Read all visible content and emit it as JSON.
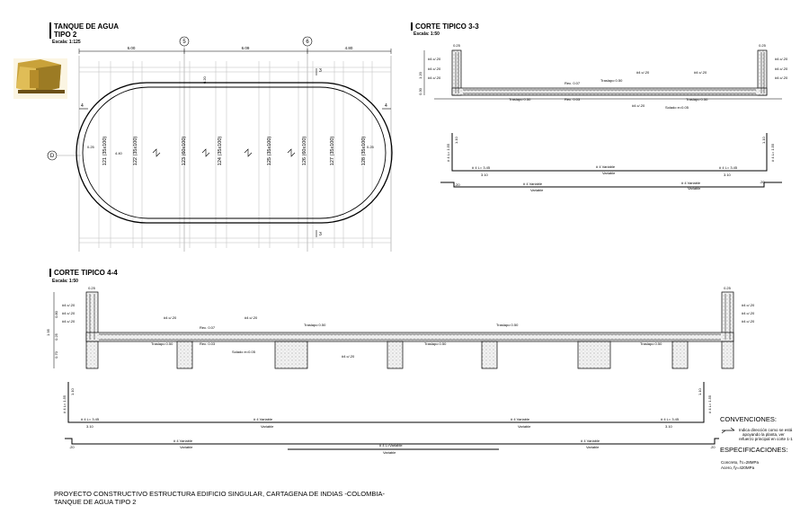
{
  "plan": {
    "title": "TANQUE DE AGUA",
    "subtitle": "TIPO 2",
    "scale": "Escala: 1:125",
    "dims": [
      "6.00",
      "6.09",
      "4.80"
    ],
    "axes": [
      "5",
      "6",
      "D"
    ],
    "beams": [
      "121 (35x100)",
      "122 (35x100)",
      "123 (60x100)",
      "124 (35x100)",
      "125 (35x100)",
      "126 (60x100)",
      "127 (35x100)",
      "128 (35x100)"
    ],
    "small": [
      "0.25",
      "4.40",
      "0.20",
      "0.25"
    ],
    "section_marks": [
      "3",
      "3",
      "4",
      "4"
    ]
  },
  "section_3": {
    "title": "CORTE TIPICO 3-3",
    "scale": "Escala: 1:50",
    "left_labels": [
      "#4 c/.20",
      "#4 c/.20",
      "#4 c/.20"
    ],
    "right_labels": [
      "#4 c/.20",
      "#4 c/.20",
      "#4 c/.20"
    ],
    "wall_w": "0.25",
    "heights": [
      "1.20",
      "0.30"
    ],
    "top_bar": "#4 c/.20",
    "top_bar_2": "#4 c/.20",
    "traslapo_top": "Traslapo 0.50",
    "traslapo_bot_1": "Traslapo 0.50",
    "traslapo_bot_2": "Traslapo 0.50",
    "rec_1": "Rec. 0.07",
    "rec_2": "Rec. 0.03",
    "bottom_bar": "#4 c/.20",
    "solado": "Solado e=0.05",
    "bar_l_left": "# 4 L= 1.55",
    "bar_l_right": "# 4 L= 1.55",
    "bar_hook_left": "1.10",
    "bar_hook_right": "1.10",
    "bar_bot_left": "# 4 L= 3.45",
    "bar_bot_right": "# 4 L= 3.45",
    "bar_bot_left_dim": "3.10",
    "bar_bot_right_dim": "3.10",
    "bar_variable": "# 4 Variable",
    "bar_variable_sub": "Variable",
    "bar_lower_left": "# 4 Variable",
    "bar_lower_left_sub": "Variable",
    "bar_lower_right": "# 4 Variable",
    "bar_lower_right_sub": "Variable",
    "end_20_left": ".20",
    "end_20_right": ".20"
  },
  "section_4": {
    "title": "CORTE TIPICO 4-4",
    "scale": "Escala: 1:50",
    "left_labels": [
      "#4 c/.20",
      "#4 c/.20",
      "#4 c/.20"
    ],
    "right_labels": [
      "#4 c/.20",
      "#4 c/.20",
      "#4 c/.20"
    ],
    "wall_w": "0.25",
    "heights": [
      "1.95",
      "0.80",
      "0.25",
      "0.70"
    ],
    "top_bar_1": "#4 c/.20",
    "top_bar_2": "#4 c/.20",
    "traslapo_top_1": "Traslapo 0.50",
    "traslapo_top_2": "Traslapo 0.50",
    "traslapo_bot_1": "Traslapo 0.50",
    "traslapo_bot_2": "Traslapo 0.50",
    "traslapo_bot_3": "Traslapo 0.50",
    "rec_1": "Rec. 0.07",
    "rec_2": "Rec. 0.03",
    "solado": "Solado e=0.05",
    "bottom_bar": "#4 c/.20",
    "bar_l_left": "# 4 L= 1.55",
    "bar_l_right": "# 4 L= 1.55",
    "bar_hook_left": "1.10",
    "bar_hook_right": "1.10",
    "bar_bot_left": "# 4 L= 3.45",
    "bar_bot_right": "# 4 L= 3.45",
    "bar_bot_left_dim": "3.10",
    "bar_bot_right_dim": "3.10",
    "bar_var_1": "# 4 Variable",
    "bar_var_1_sub": "Variable",
    "bar_var_2": "# 4 Variable",
    "bar_var_2_sub": "Variable",
    "bar_lower_1": "# 4 Variable",
    "bar_lower_1_sub": "Variable",
    "bar_lower_mid": "# 4 L=Variable",
    "bar_lower_mid_sub": "Variable",
    "bar_lower_2": "# 4 Variable",
    "bar_lower_2_sub": "Variable",
    "end_20_left": ".20",
    "end_20_right": ".20"
  },
  "legend": {
    "conv_title": "CONVENCIONES:",
    "conv_text": [
      "Indica dirección como se está",
      "apoyando la planta, ver",
      "refuerzo principal en corte 1-1"
    ],
    "spec_title": "ESPECIFICACIONES:",
    "spec_1": "Concreto, f'c=28MPa",
    "spec_2": "Acero,    fy=420MPa"
  },
  "footer": {
    "line1": "PROYECTO CONSTRUCTIVO ESTRUCTURA EDIFICIO SINGULAR, CARTAGENA DE INDIAS -COLOMBIA-",
    "line2": "TANQUE DE AGUA TIPO 2"
  },
  "colors": {
    "line": "#000000",
    "grid": "#9a9a9a",
    "concrete": "#ececec",
    "logo_a": "#c9a23a",
    "logo_b": "#9c7b24"
  }
}
